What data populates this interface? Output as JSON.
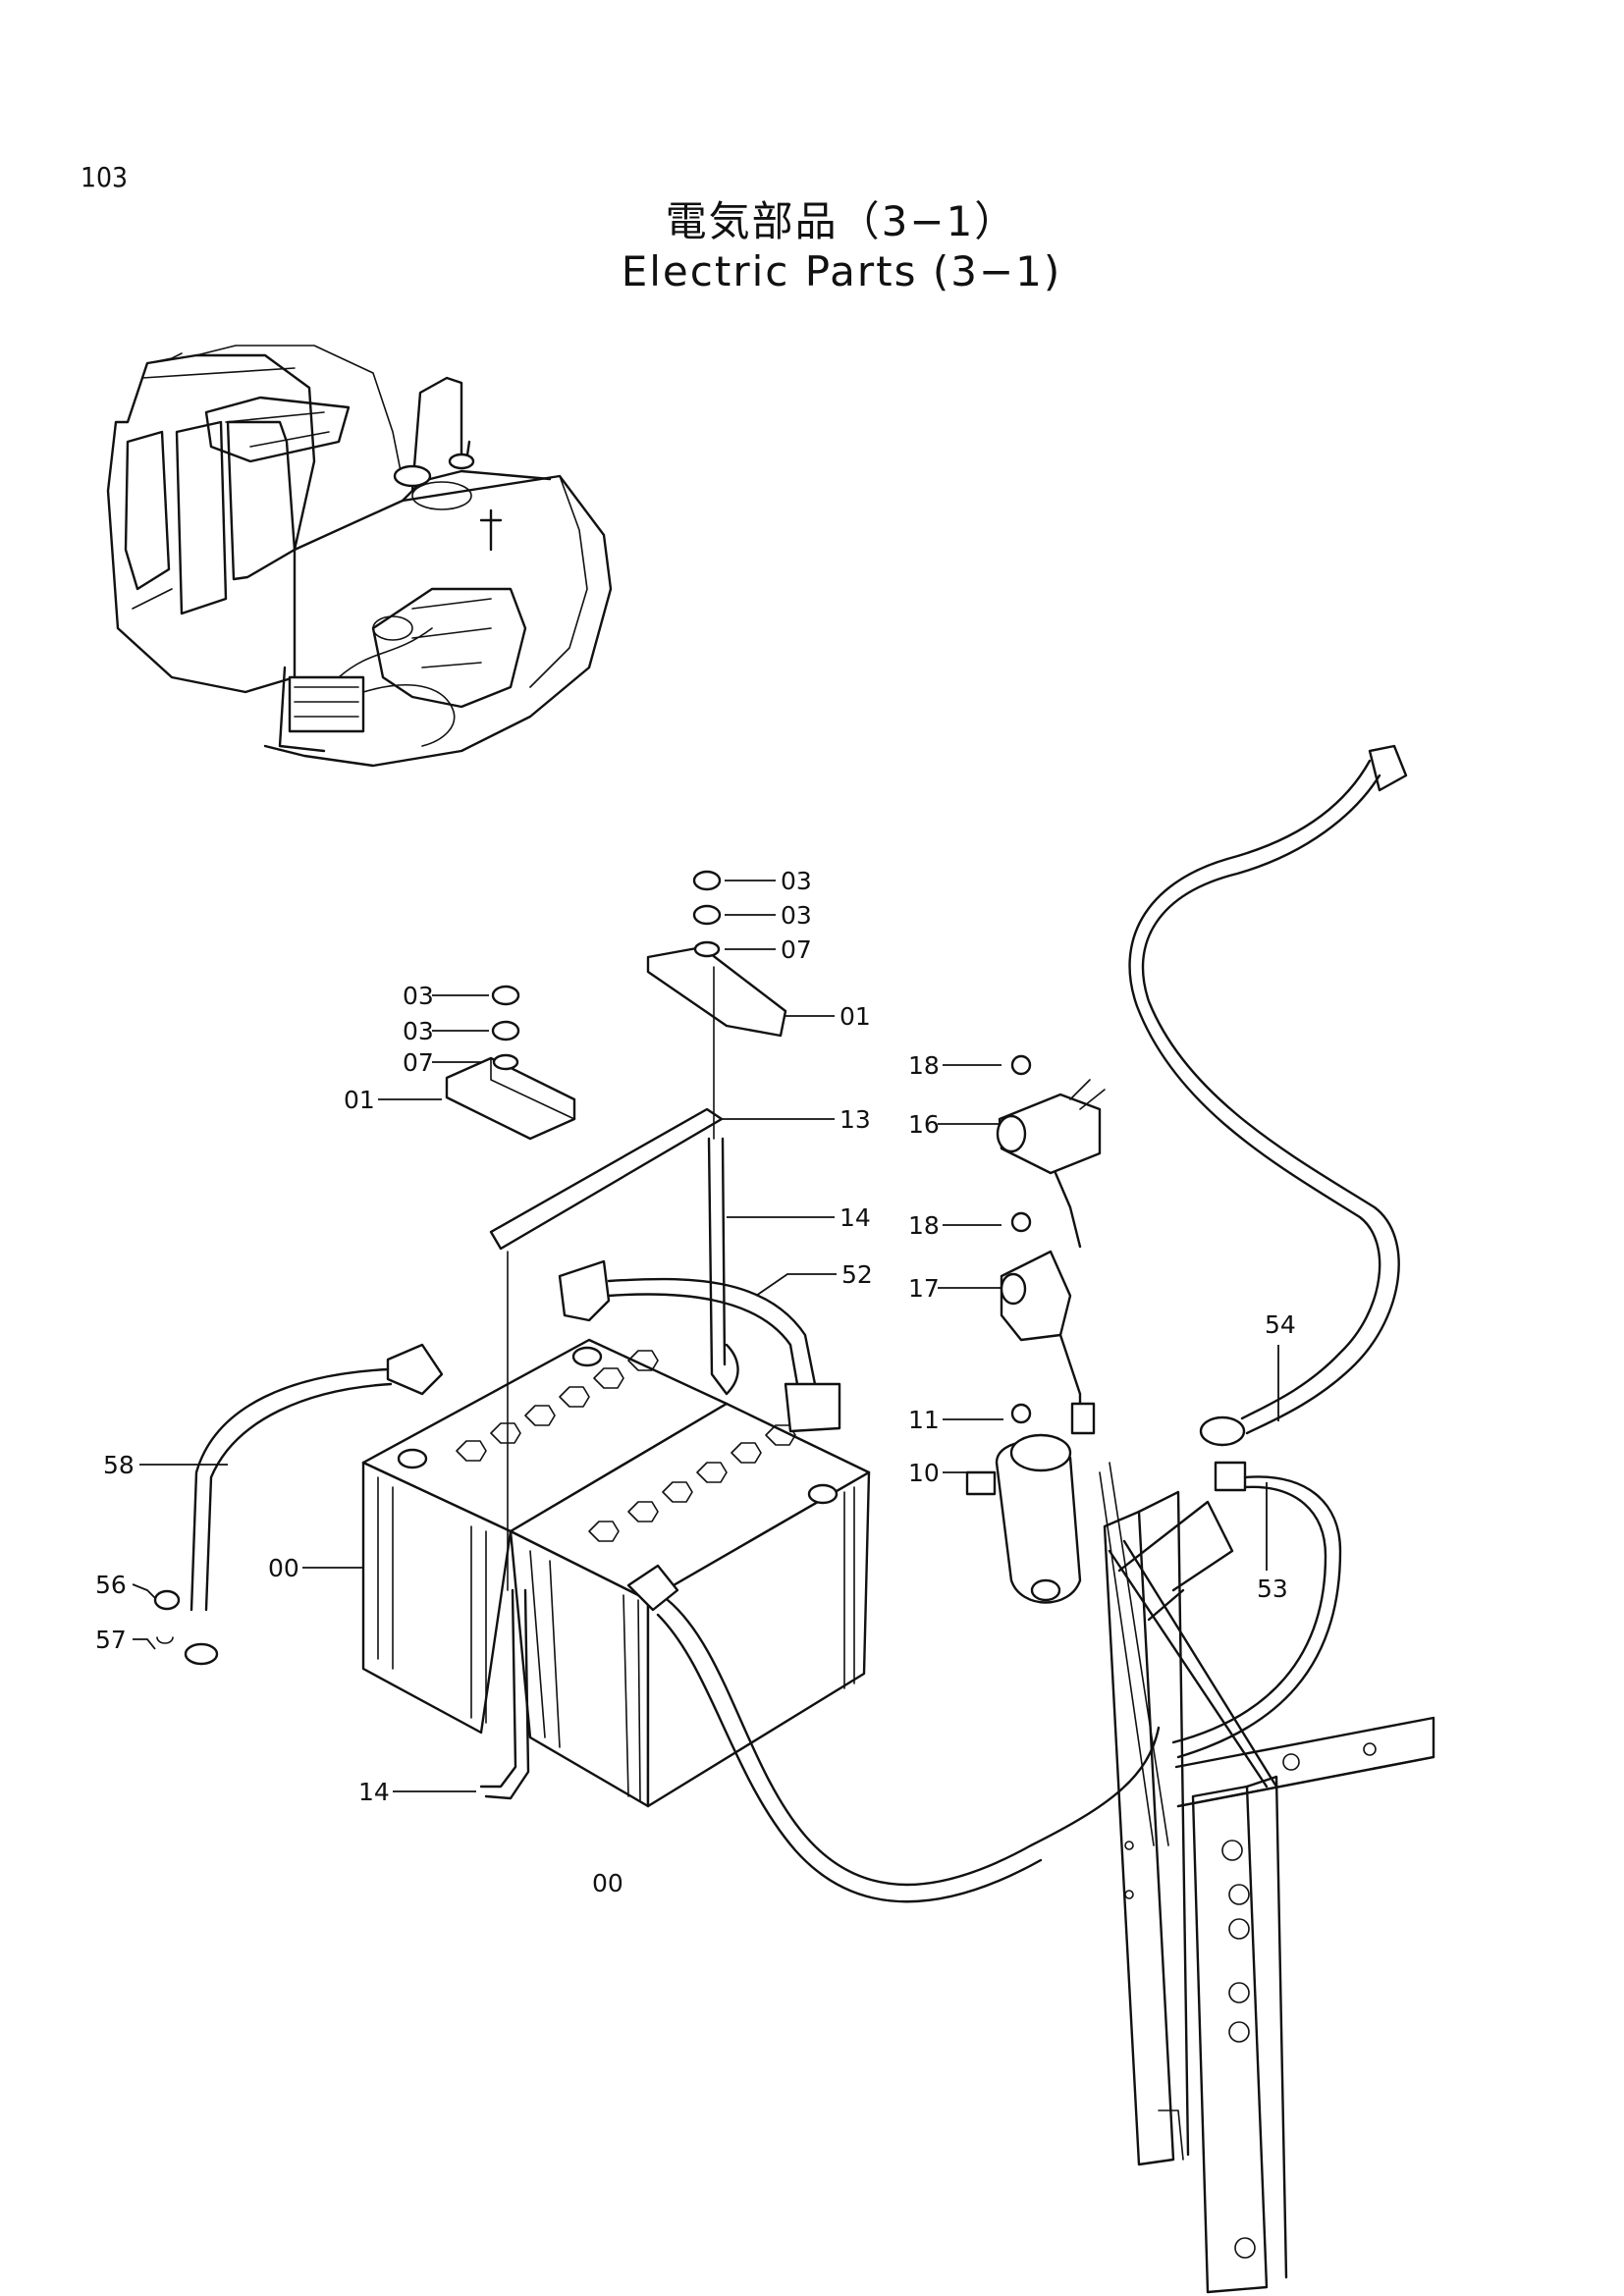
{
  "page": {
    "number": "103"
  },
  "title": {
    "japanese": "電気部品（3−1）",
    "english": "Electric Parts (3−1)"
  },
  "callouts": [
    {
      "id": "co-03a",
      "label": "03"
    },
    {
      "id": "co-03b",
      "label": "03"
    },
    {
      "id": "co-07a",
      "label": "07"
    },
    {
      "id": "co-01a",
      "label": "01"
    },
    {
      "id": "co-03c",
      "label": "03"
    },
    {
      "id": "co-03d",
      "label": "03"
    },
    {
      "id": "co-07b",
      "label": "07"
    },
    {
      "id": "co-01b",
      "label": "01"
    },
    {
      "id": "co-13",
      "label": "13"
    },
    {
      "id": "co-14a",
      "label": "14"
    },
    {
      "id": "co-52",
      "label": "52"
    },
    {
      "id": "co-18a",
      "label": "18"
    },
    {
      "id": "co-16",
      "label": "16"
    },
    {
      "id": "co-18b",
      "label": "18"
    },
    {
      "id": "co-17",
      "label": "17"
    },
    {
      "id": "co-54",
      "label": "54"
    },
    {
      "id": "co-11",
      "label": "11"
    },
    {
      "id": "co-10",
      "label": "10"
    },
    {
      "id": "co-53",
      "label": "53"
    },
    {
      "id": "co-58",
      "label": "58"
    },
    {
      "id": "co-00a",
      "label": "00"
    },
    {
      "id": "co-56",
      "label": "56"
    },
    {
      "id": "co-57",
      "label": "57"
    },
    {
      "id": "co-14b",
      "label": "14"
    },
    {
      "id": "co-00b",
      "label": "00"
    }
  ]
}
